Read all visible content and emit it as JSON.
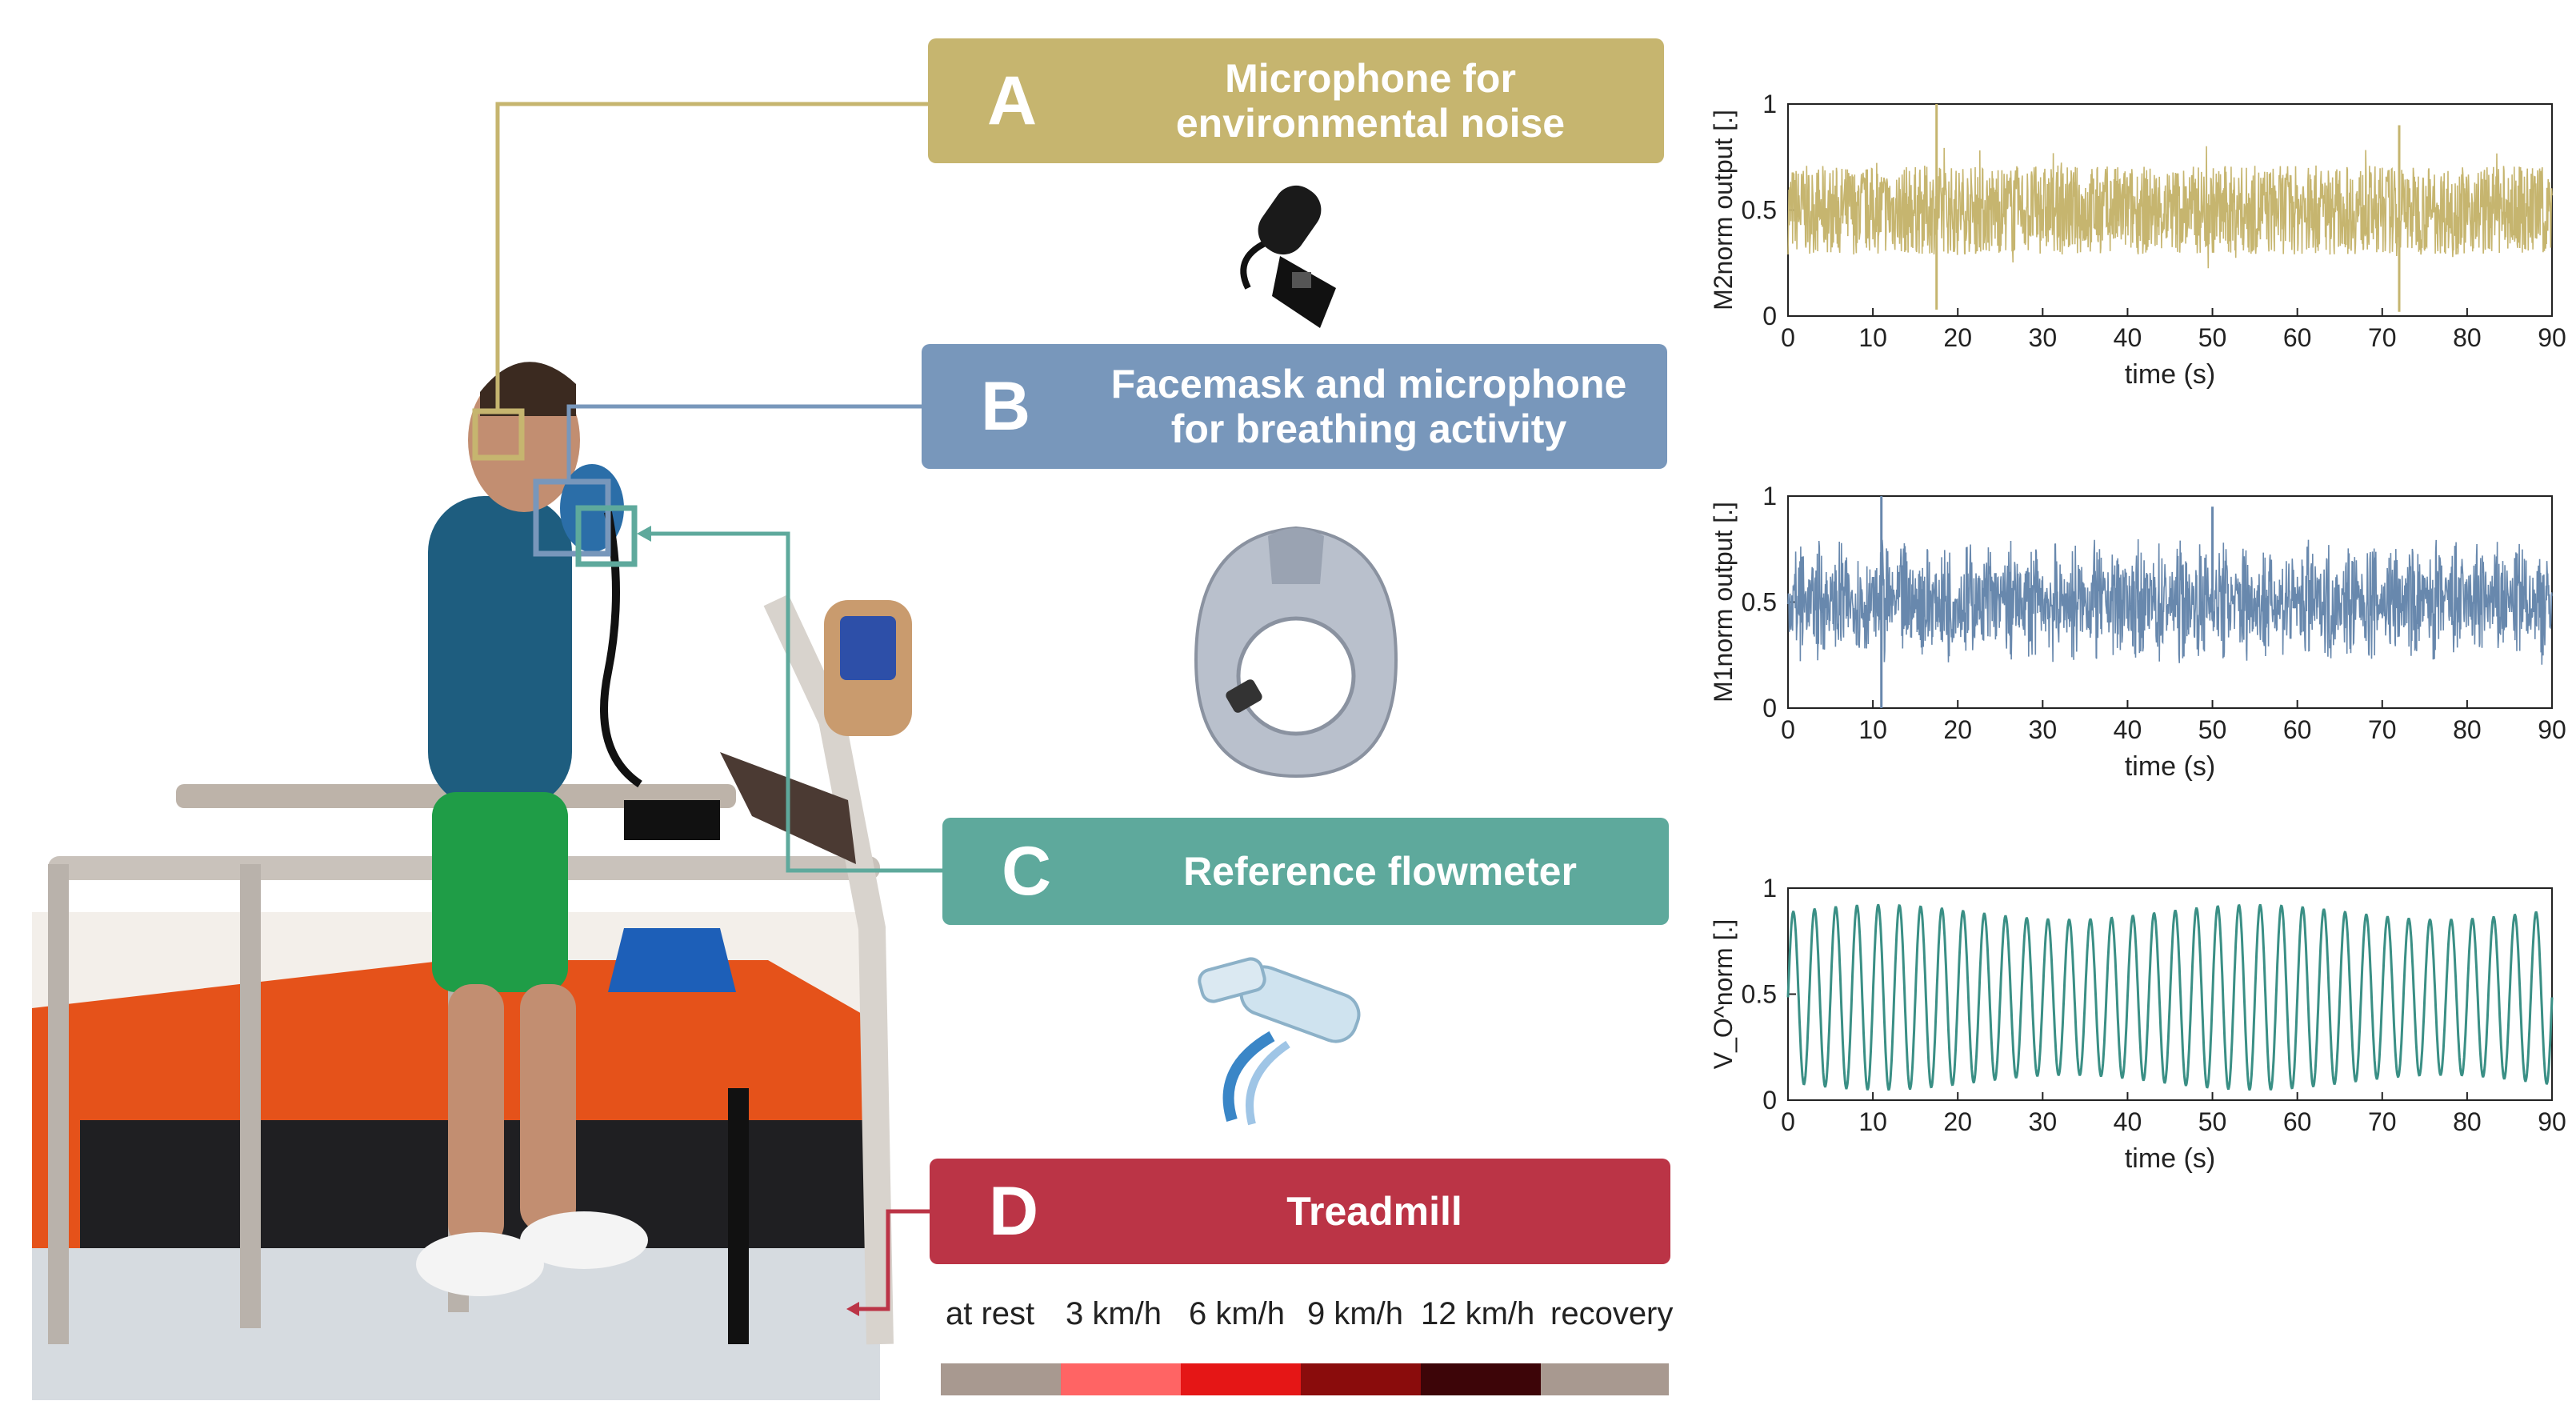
{
  "colors": {
    "a": "#c6b56f",
    "b": "#7897bb",
    "c": "#5ea99c",
    "d": "#bb3446",
    "m2_signal": "#c6b56f",
    "m1_signal": "#6888ad",
    "v_signal": "#3a8f85"
  },
  "labels": {
    "a": {
      "letter": "A",
      "text": "Microphone for environmental noise"
    },
    "b": {
      "letter": "B",
      "text": "Facemask and microphone for breathing activity"
    },
    "c": {
      "letter": "C",
      "text": "Reference flowmeter"
    },
    "d": {
      "letter": "D",
      "text": "Treadmill"
    }
  },
  "illustrations": {
    "microphone": "lavalier-microphone-icon",
    "facemask": "facemask-icon",
    "flowmeter": "flowmeter-icon",
    "subject": "person-on-treadmill-photo"
  },
  "protocol": {
    "phases": [
      {
        "label": "at rest",
        "color": "#a89990"
      },
      {
        "label": "3 km/h",
        "color": "#ff6464"
      },
      {
        "label": "6 km/h",
        "color": "#e51616"
      },
      {
        "label": "9 km/h",
        "color": "#8a0c0c"
      },
      {
        "label": "12 km/h",
        "color": "#3d0508"
      },
      {
        "label": "recovery",
        "color": "#a89990"
      }
    ]
  },
  "chart_data": [
    {
      "type": "line",
      "ylabel": "M2norm output [.]",
      "xlabel": "time (s)",
      "xlim": [
        0,
        90
      ],
      "ylim": [
        0,
        1
      ],
      "xticks": [
        "0",
        "10",
        "20",
        "30",
        "40",
        "50",
        "60",
        "70",
        "80",
        "90"
      ],
      "yticks": [
        "0",
        "0.5",
        "1"
      ],
      "series": [
        {
          "signal": "noise",
          "mean": 0.5,
          "typical_range": [
            0.3,
            0.75
          ],
          "spikes": [
            {
              "x": 17.5,
              "y": 1.0
            },
            {
              "x": 17.5,
              "y": 0.03
            },
            {
              "x": 72,
              "y": 0.9
            },
            {
              "x": 72,
              "y": 0.02
            }
          ]
        }
      ]
    },
    {
      "type": "line",
      "ylabel": "M1norm output [.]",
      "xlabel": "time (s)",
      "xlim": [
        0,
        90
      ],
      "ylim": [
        0,
        1
      ],
      "xticks": [
        "0",
        "10",
        "20",
        "30",
        "40",
        "50",
        "60",
        "70",
        "80",
        "90"
      ],
      "yticks": [
        "0",
        "0.5",
        "1"
      ],
      "series": [
        {
          "signal": "breathing-bursts",
          "mean": 0.5,
          "breath_cycles": 36,
          "burst_amplitude": 0.3,
          "spikes": [
            {
              "x": 11,
              "y": 1.0
            },
            {
              "x": 11,
              "y": 0.0
            },
            {
              "x": 50,
              "y": 0.95
            }
          ]
        }
      ]
    },
    {
      "type": "line",
      "ylabel": "V_O^norm [.]",
      "xlabel": "time (s)",
      "xlim": [
        0,
        90
      ],
      "ylim": [
        0,
        1
      ],
      "xticks": [
        "0",
        "10",
        "20",
        "30",
        "40",
        "50",
        "60",
        "70",
        "80",
        "90"
      ],
      "yticks": [
        "0",
        "0.5",
        "1"
      ],
      "series": [
        {
          "signal": "oscillation",
          "cycles": 36,
          "min": 0.05,
          "max": 0.92
        }
      ]
    }
  ]
}
